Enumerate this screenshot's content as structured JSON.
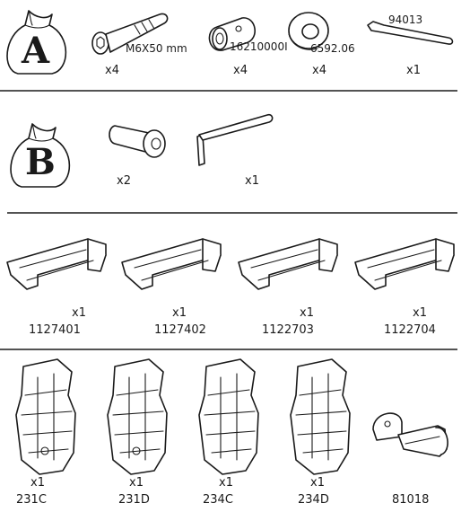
{
  "kit_a": {
    "bag_letter": "A",
    "items": [
      {
        "label": "M6X50 mm",
        "qty": "x4"
      },
      {
        "label": "16210000I",
        "qty": "x4"
      },
      {
        "label": "6592.06",
        "qty": "x4"
      },
      {
        "label": "94013",
        "qty": "x1"
      }
    ]
  },
  "kit_b": {
    "bag_letter": "B",
    "items": [
      {
        "label": "",
        "qty": "x2"
      },
      {
        "label": "",
        "qty": "x1"
      }
    ]
  },
  "brackets": {
    "items": [
      {
        "qty": "x1",
        "code": "1127401"
      },
      {
        "qty": "x1",
        "code": "1127402"
      },
      {
        "qty": "x1",
        "code": "1122703"
      },
      {
        "qty": "x1",
        "code": "1122704"
      }
    ]
  },
  "clamps": {
    "items": [
      {
        "qty": "x1",
        "code": "231C"
      },
      {
        "qty": "x1",
        "code": "231D"
      },
      {
        "qty": "x1",
        "code": "234C"
      },
      {
        "qty": "x1",
        "code": "234D"
      }
    ],
    "key": {
      "code": "81018"
    }
  }
}
